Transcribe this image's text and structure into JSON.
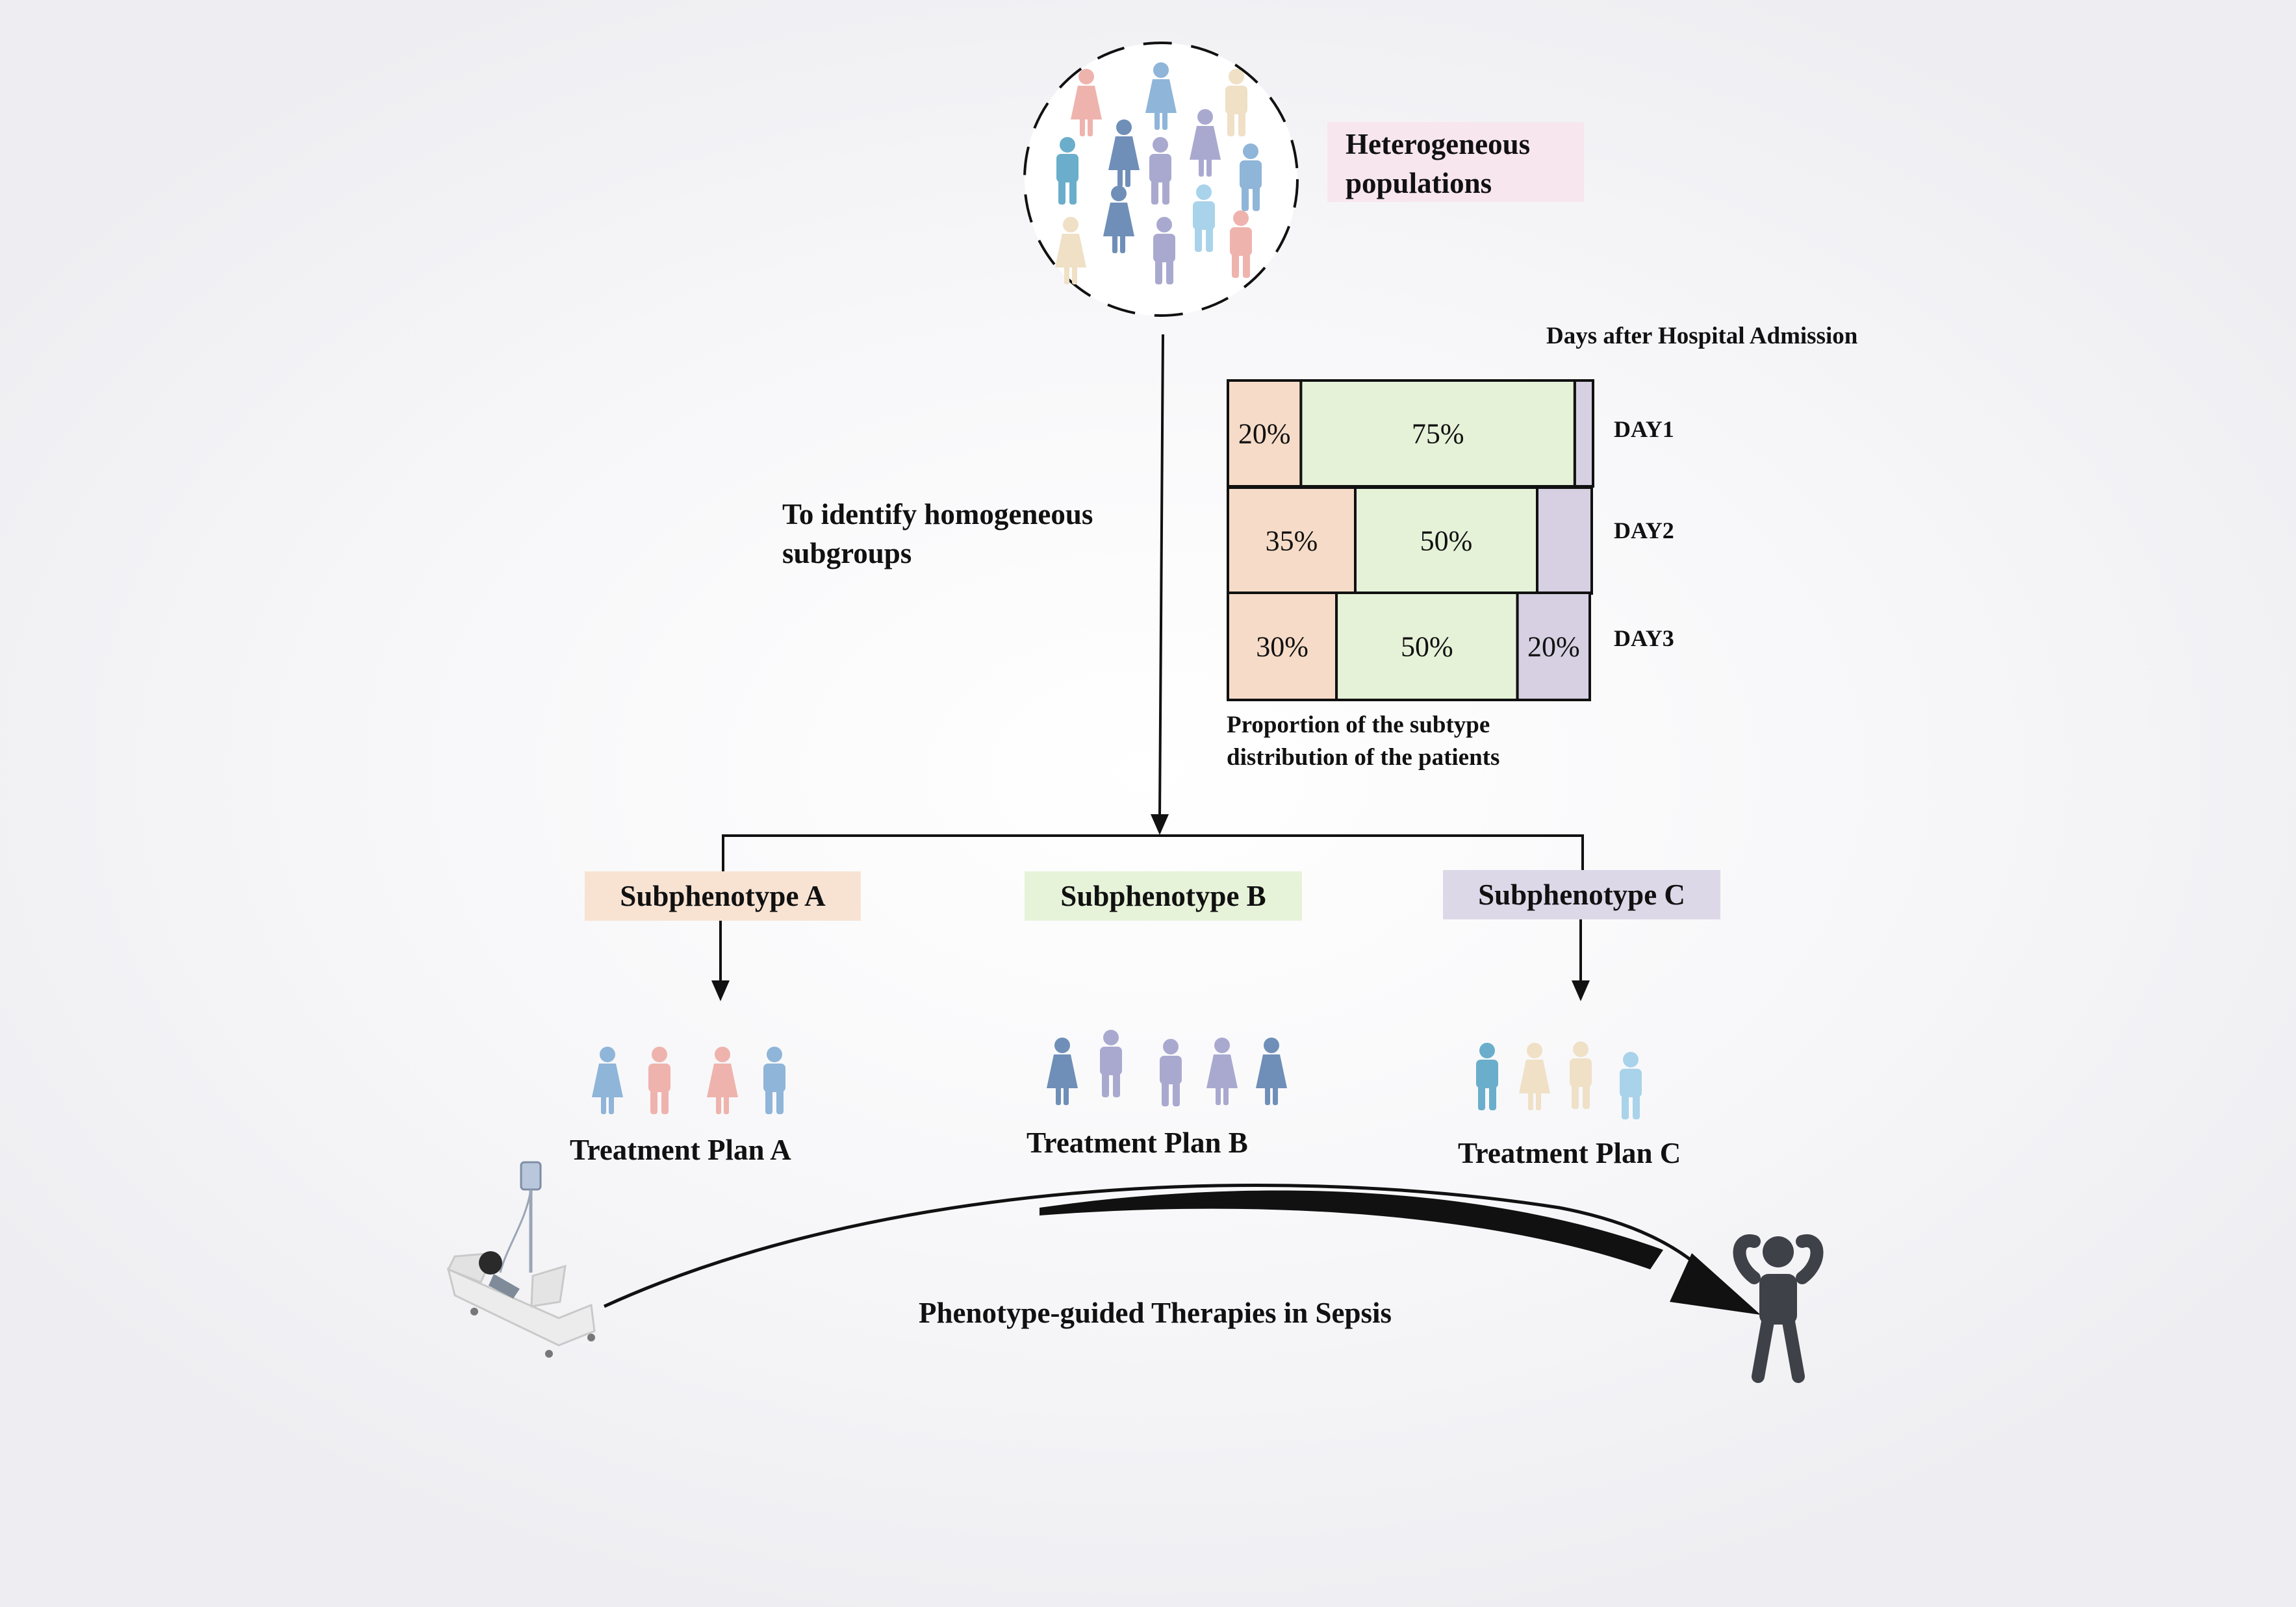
{
  "population": {
    "label_line1": "Heterogeneous",
    "label_line2": "populations"
  },
  "identify": {
    "line1": "To identify homogeneous",
    "line2": "subgroups"
  },
  "distribution": {
    "title": "Days after Hospital Admission",
    "caption_line1": "Proportion of the subtype",
    "caption_line2": "distribution of the patients",
    "days": [
      {
        "label": "DAY1",
        "segments": [
          {
            "subtype": "A",
            "value": 20,
            "text": "20%"
          },
          {
            "subtype": "B",
            "value": 75,
            "text": "75%"
          },
          {
            "subtype": "C",
            "value": 5,
            "text": ""
          }
        ]
      },
      {
        "label": "DAY2",
        "segments": [
          {
            "subtype": "A",
            "value": 35,
            "text": "35%"
          },
          {
            "subtype": "B",
            "value": 50,
            "text": "50%"
          },
          {
            "subtype": "C",
            "value": 15,
            "text": ""
          }
        ]
      },
      {
        "label": "DAY3",
        "segments": [
          {
            "subtype": "A",
            "value": 30,
            "text": "30%"
          },
          {
            "subtype": "B",
            "value": 50,
            "text": "50%"
          },
          {
            "subtype": "C",
            "value": 20,
            "text": "20%"
          }
        ]
      }
    ]
  },
  "subphenotypes": [
    {
      "id": "A",
      "label": "Subphenotype A",
      "plan": "Treatment Plan A",
      "color": "#f8e3d3"
    },
    {
      "id": "B",
      "label": "Subphenotype B",
      "plan": "Treatment Plan B",
      "color": "#e6f3d9"
    },
    {
      "id": "C",
      "label": "Subphenotype C",
      "plan": "Treatment Plan C",
      "color": "#ddd8e8"
    }
  ],
  "colors": {
    "subtype_A": "#f6dcc8",
    "subtype_B": "#e6f2d8",
    "subtype_C": "#d6d0e2",
    "population_label_bg": "#f8e6ee",
    "person_pink": "#efb3ad",
    "person_blue": "#8fb5d9",
    "person_cream": "#efe0c6",
    "person_navy": "#6f8fb8",
    "person_lavender": "#a9a9d0",
    "person_teal": "#6aaecb",
    "person_lightblue": "#a9d3ea",
    "recovered_person": "#3e4147"
  },
  "therapy": {
    "label": "Phenotype-guided Therapies in Sepsis"
  },
  "icons": [
    "person-icon",
    "patient-in-bed-icon",
    "recovered-person-icon",
    "arrow-icon"
  ]
}
